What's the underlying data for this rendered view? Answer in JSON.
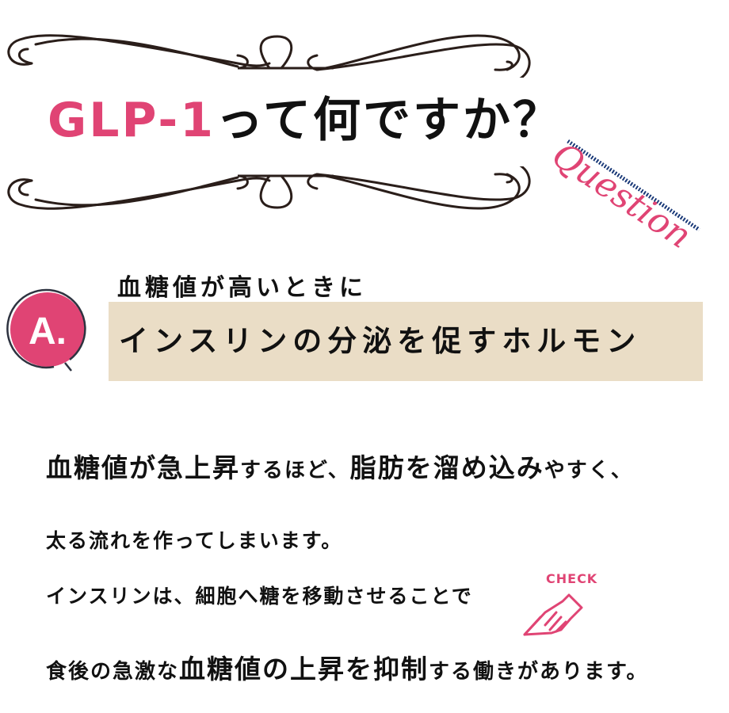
{
  "header": {
    "title_accent": "GLP-1",
    "title_rest": "って何ですか？",
    "decor_word": "Question"
  },
  "answer": {
    "badge": "A.",
    "subtitle": "血糖値が高いときに",
    "main": "インスリンの分泌を促すホルモン"
  },
  "body": {
    "line1": {
      "hl1": "血糖値が急上昇",
      "text1": "するほど、",
      "hl2": "脂肪を溜め込み",
      "text2": "やすく、"
    },
    "line2": "太る流れを作ってしまいます。",
    "line3": "インスリンは、細胞へ糖を移動させることで",
    "line4": {
      "text1": "食後の急激な",
      "hl": "血糖値の上昇を抑制",
      "text2": "する働きがあります。"
    }
  },
  "check": {
    "label": "CHECK",
    "icon": "pointing-hand-icon"
  },
  "colors": {
    "accent_pink": "#e04474",
    "highlight_teal": "#7fd7cf",
    "answer_box_beige": "#eaddc6",
    "ornament_dark": "#2a1e1a",
    "dotted_navy": "#1d3c7a"
  }
}
